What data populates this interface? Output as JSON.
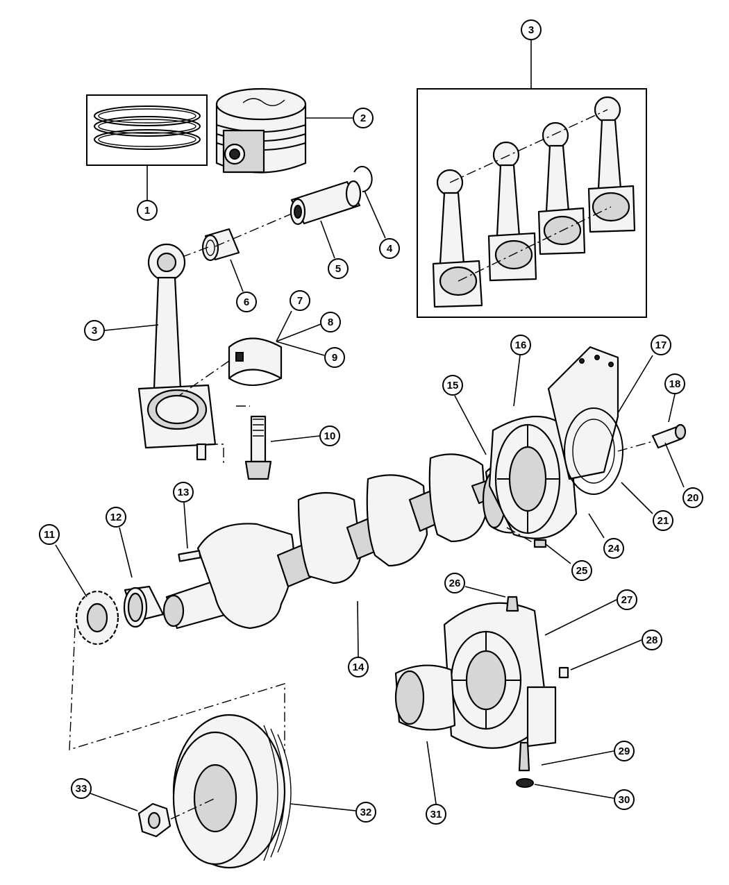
{
  "callouts": [
    {
      "id": "c1",
      "label": "1"
    },
    {
      "id": "c2",
      "label": "2"
    },
    {
      "id": "c3a",
      "label": "3"
    },
    {
      "id": "c3b",
      "label": "3"
    },
    {
      "id": "c4",
      "label": "4"
    },
    {
      "id": "c5",
      "label": "5"
    },
    {
      "id": "c6",
      "label": "6"
    },
    {
      "id": "c7",
      "label": "7"
    },
    {
      "id": "c8",
      "label": "8"
    },
    {
      "id": "c9",
      "label": "9"
    },
    {
      "id": "c10",
      "label": "10"
    },
    {
      "id": "c11",
      "label": "11"
    },
    {
      "id": "c12",
      "label": "12"
    },
    {
      "id": "c13",
      "label": "13"
    },
    {
      "id": "c14",
      "label": "14"
    },
    {
      "id": "c15",
      "label": "15"
    },
    {
      "id": "c16",
      "label": "16"
    },
    {
      "id": "c17",
      "label": "17"
    },
    {
      "id": "c18",
      "label": "18"
    },
    {
      "id": "c20",
      "label": "20"
    },
    {
      "id": "c21",
      "label": "21"
    },
    {
      "id": "c24",
      "label": "24"
    },
    {
      "id": "c25",
      "label": "25"
    },
    {
      "id": "c26",
      "label": "26"
    },
    {
      "id": "c27",
      "label": "27"
    },
    {
      "id": "c28",
      "label": "28"
    },
    {
      "id": "c29",
      "label": "29"
    },
    {
      "id": "c30",
      "label": "30"
    },
    {
      "id": "c31",
      "label": "31"
    },
    {
      "id": "c32",
      "label": "32"
    },
    {
      "id": "c33",
      "label": "33"
    }
  ]
}
